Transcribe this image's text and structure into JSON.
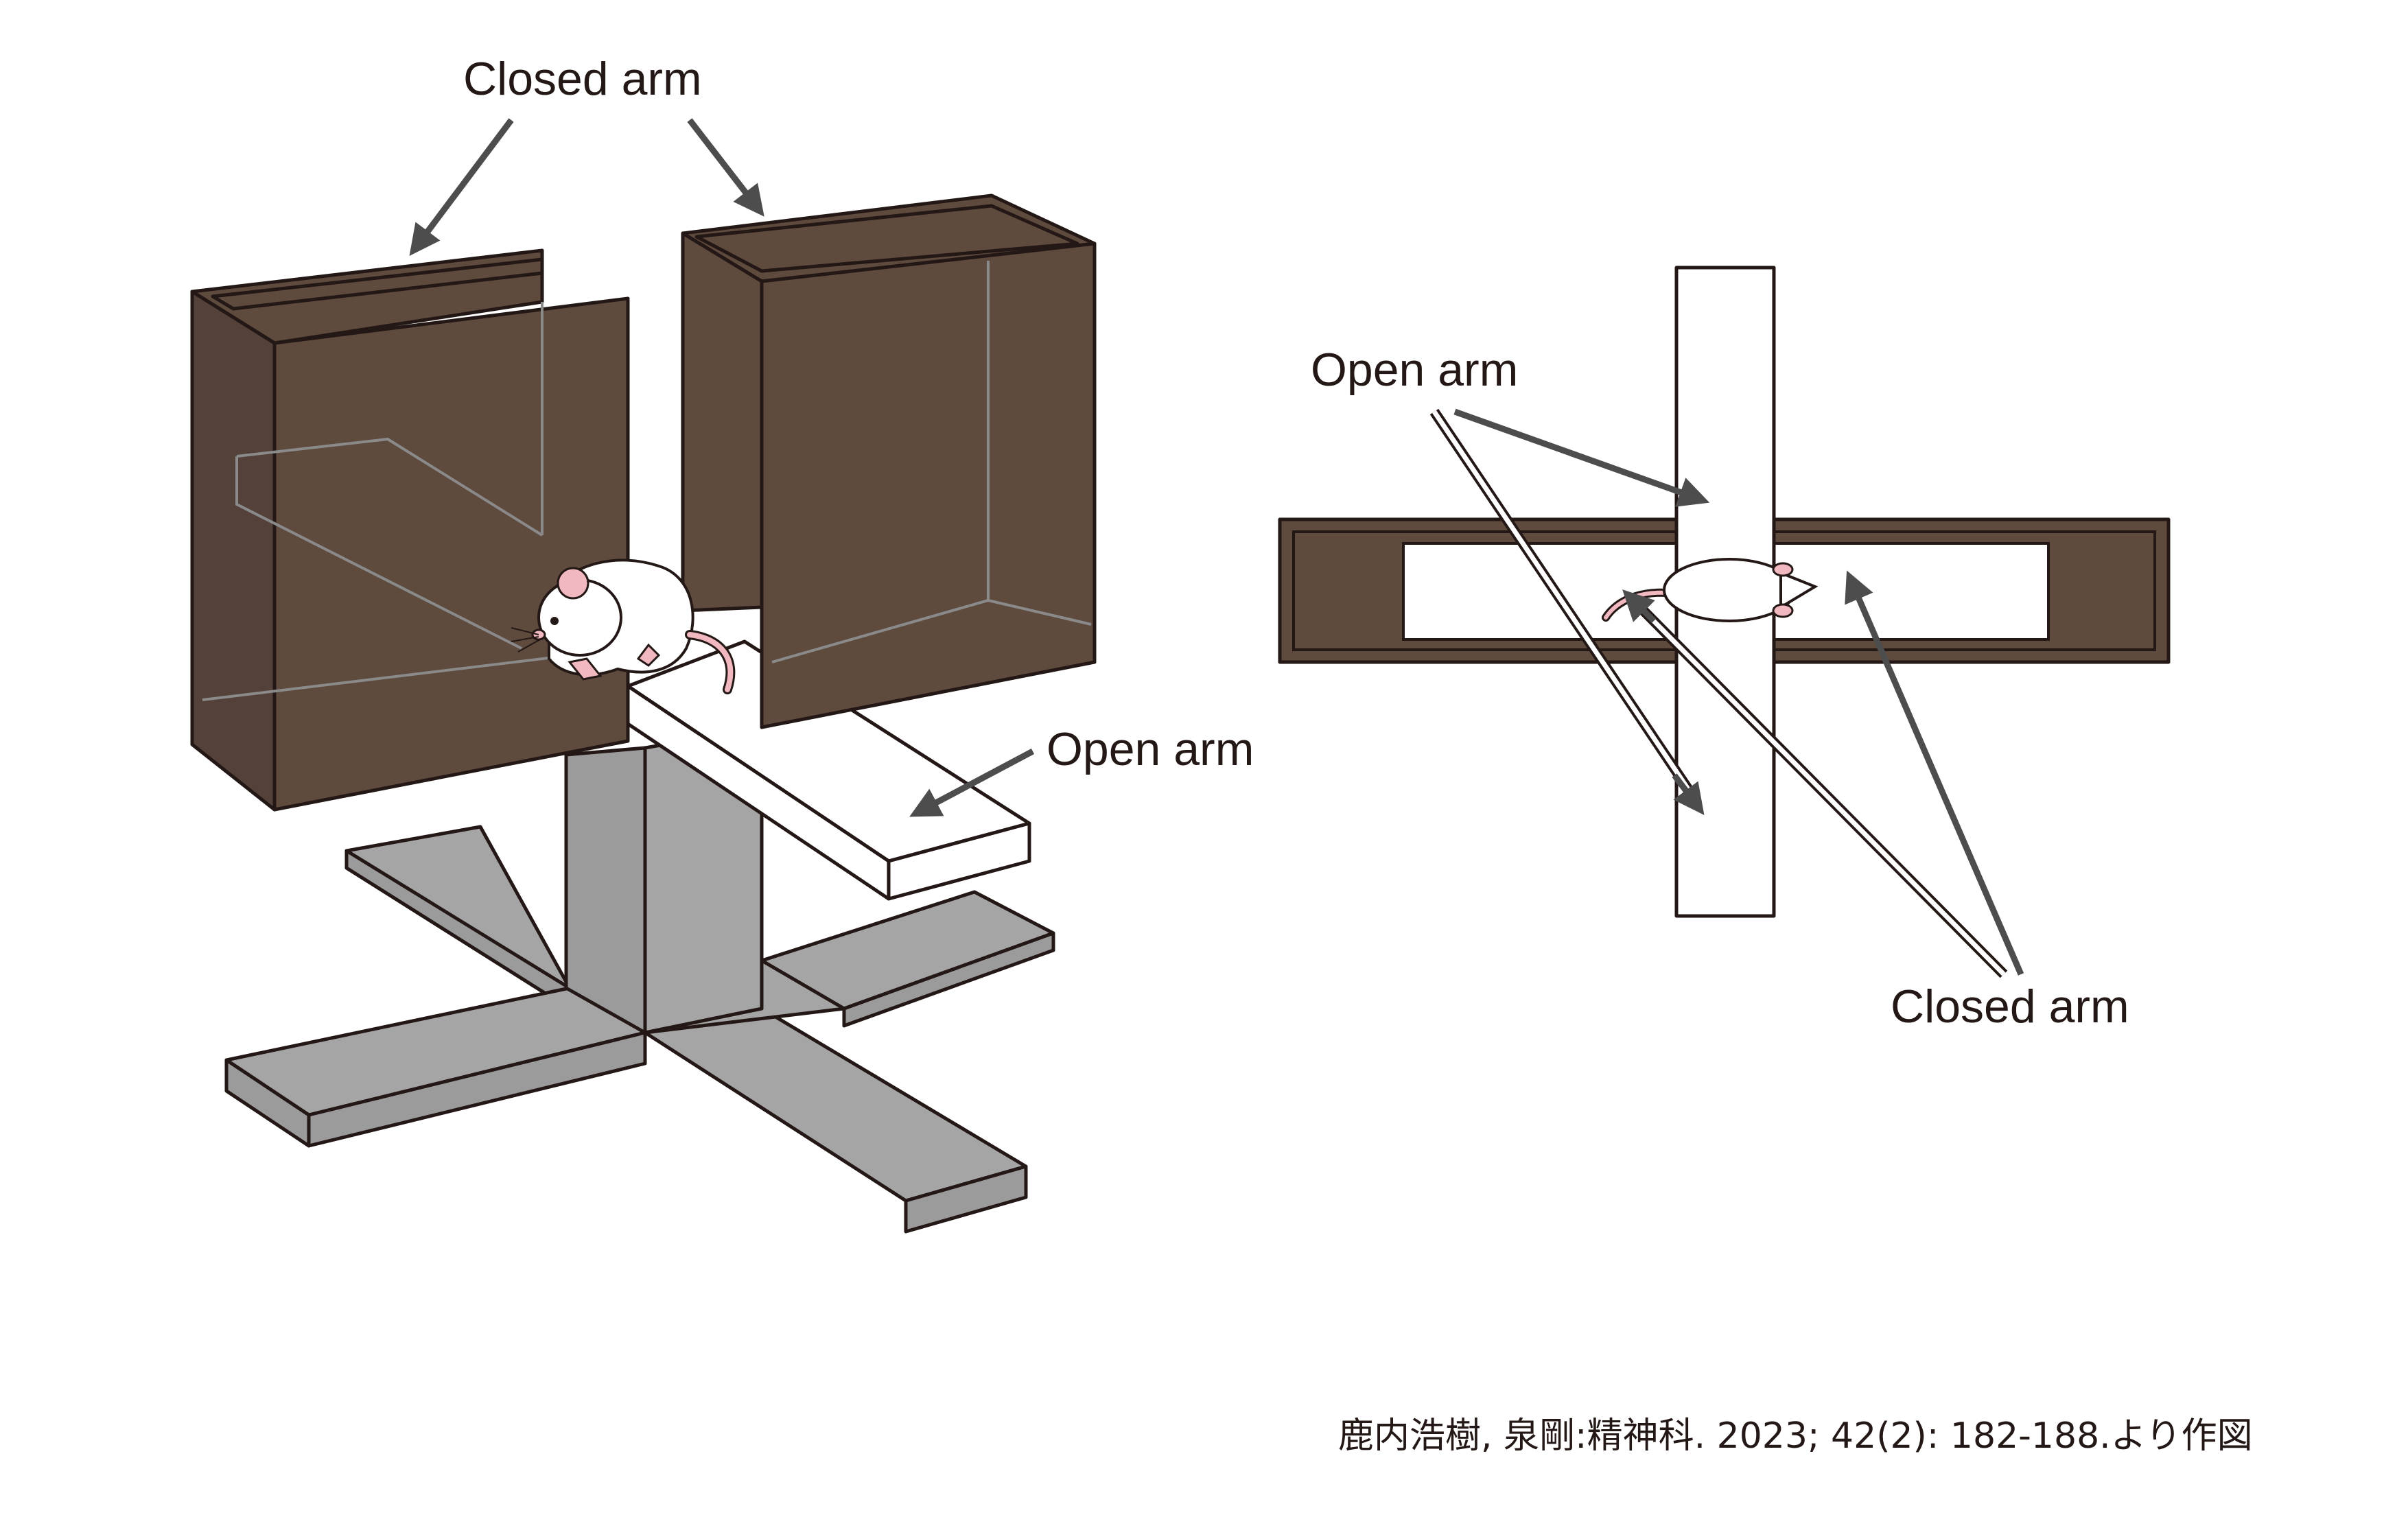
{
  "labels": {
    "left_closed_arm": "Closed arm",
    "left_open_arm": "Open arm",
    "right_open_arm": "Open arm",
    "right_closed_arm": "Closed arm"
  },
  "citation": "鹿内浩樹, 泉剛:精神科. 2023; 42(2): 182-188.より作図",
  "colors": {
    "closed_arm_wall": "#5f4a3e",
    "stand": "#a5a5a5",
    "open_arm": "#ffffff",
    "arrow": "#4d4d4d",
    "outline": "#231815"
  },
  "icons": [
    "mouse-icon",
    "arrow-icon"
  ]
}
